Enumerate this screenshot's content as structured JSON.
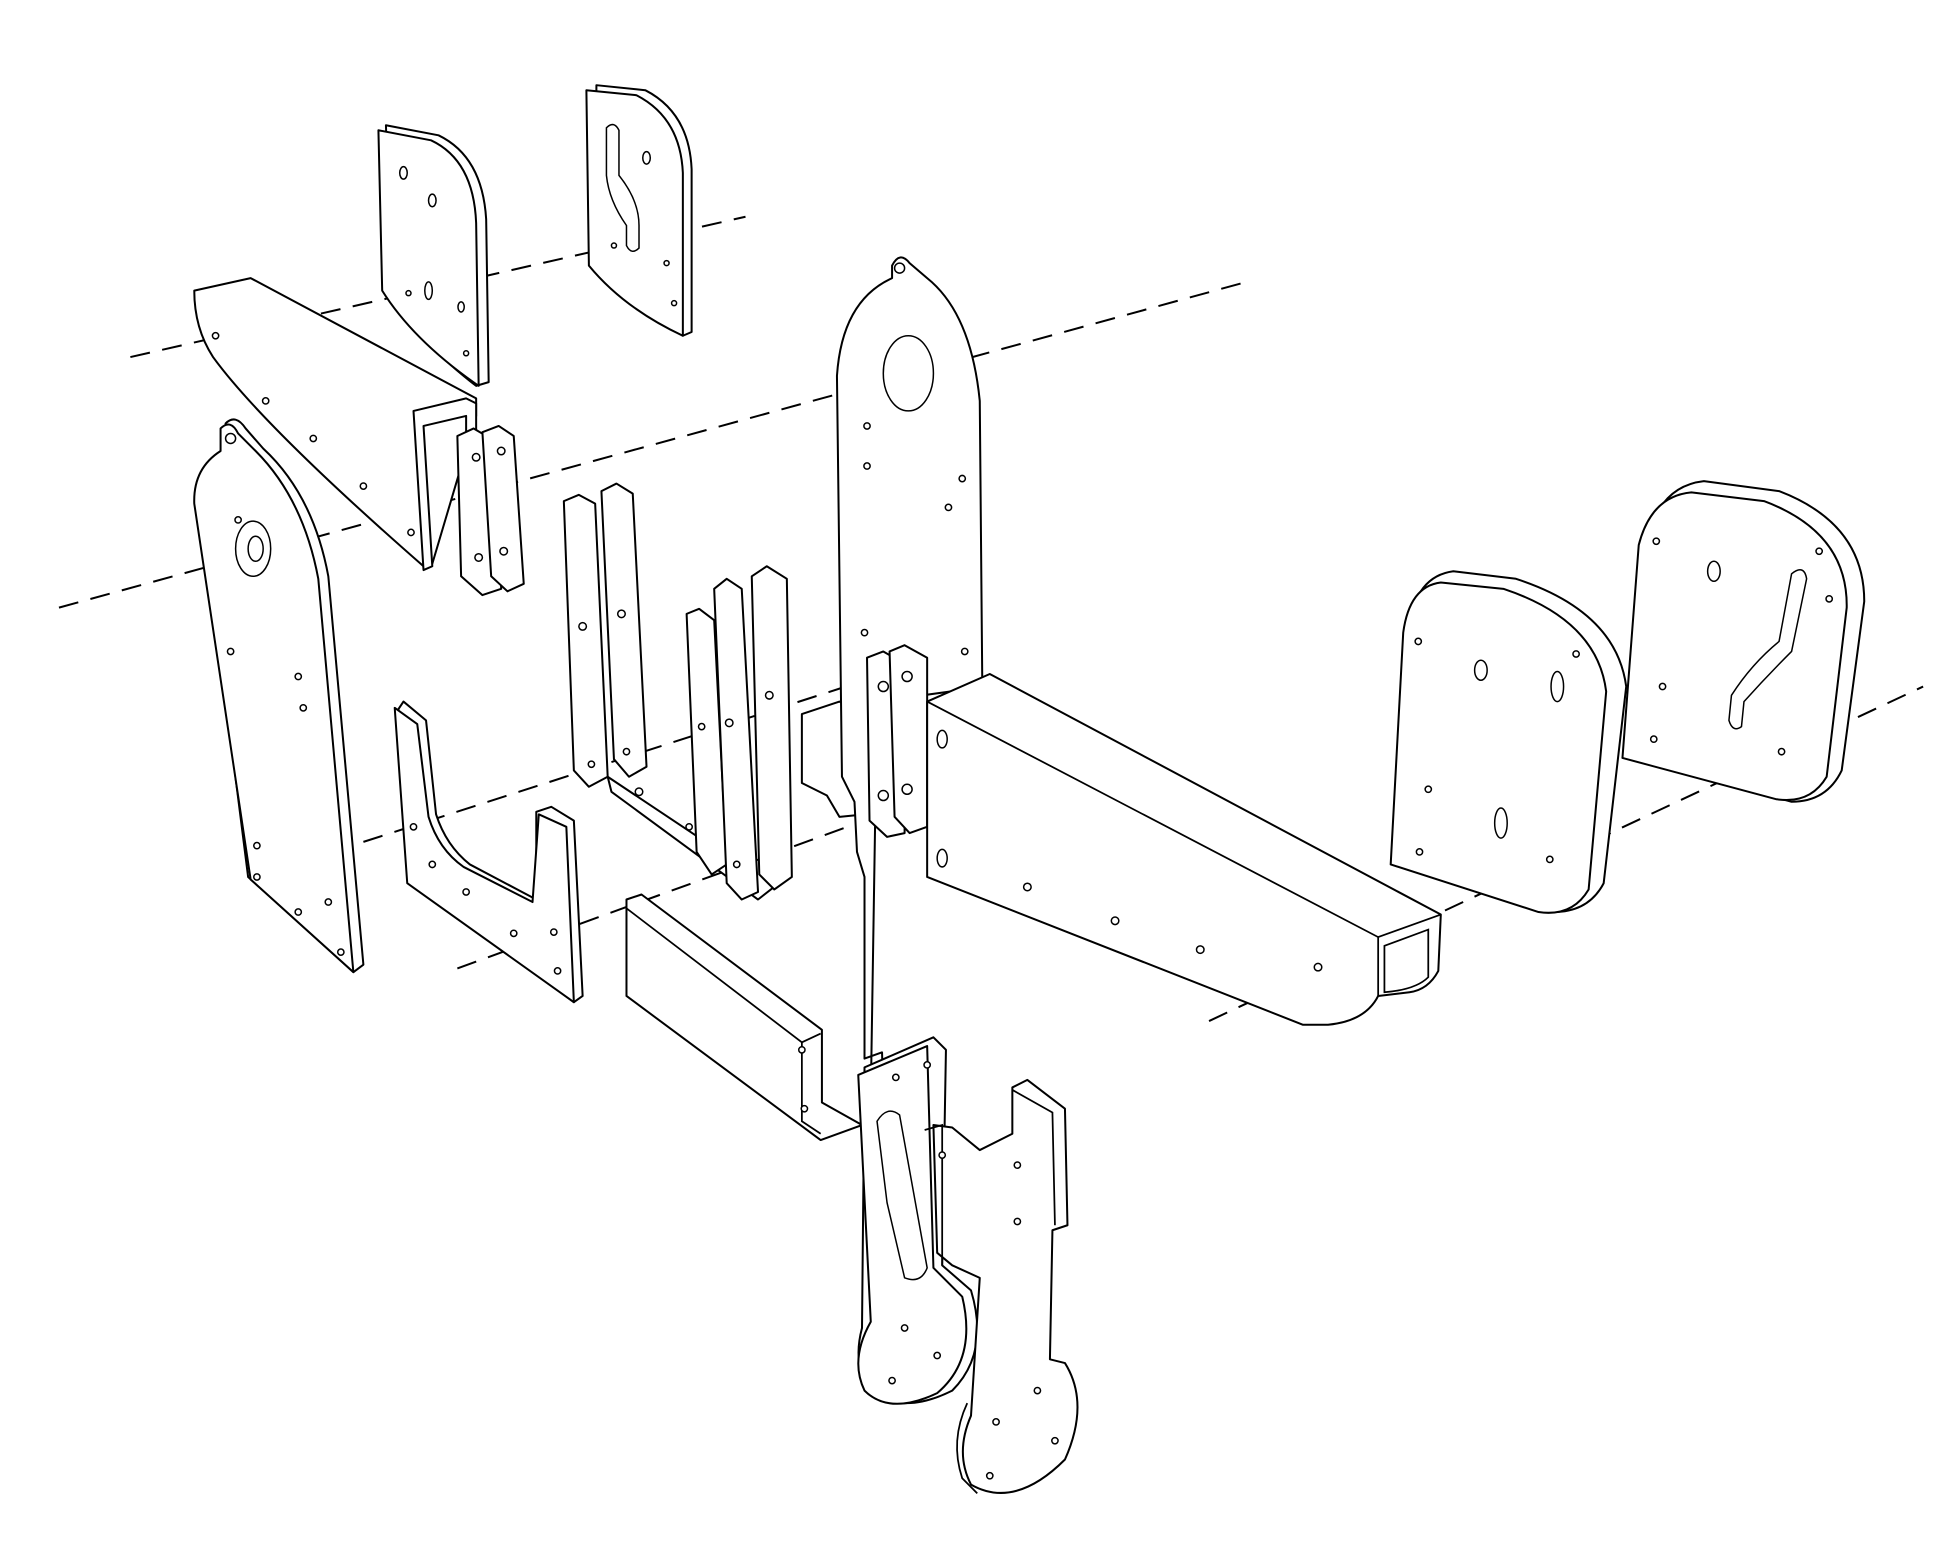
{
  "diagram": {
    "kind": "exploded-assembly-line-drawing",
    "colors": {
      "line": "#000000",
      "background": "#ffffff"
    },
    "parts": [
      "top-plate-left",
      "top-plate-slotted",
      "upper-arm",
      "left-side-plate",
      "small-u-bracket",
      "spacer-bars-small",
      "j-bracket",
      "spacer-bars-center",
      "right-tall-plate",
      "box-beam",
      "end-plate-front",
      "end-plate-back",
      "tray",
      "lower-leg-front",
      "lower-leg-back"
    ]
  }
}
